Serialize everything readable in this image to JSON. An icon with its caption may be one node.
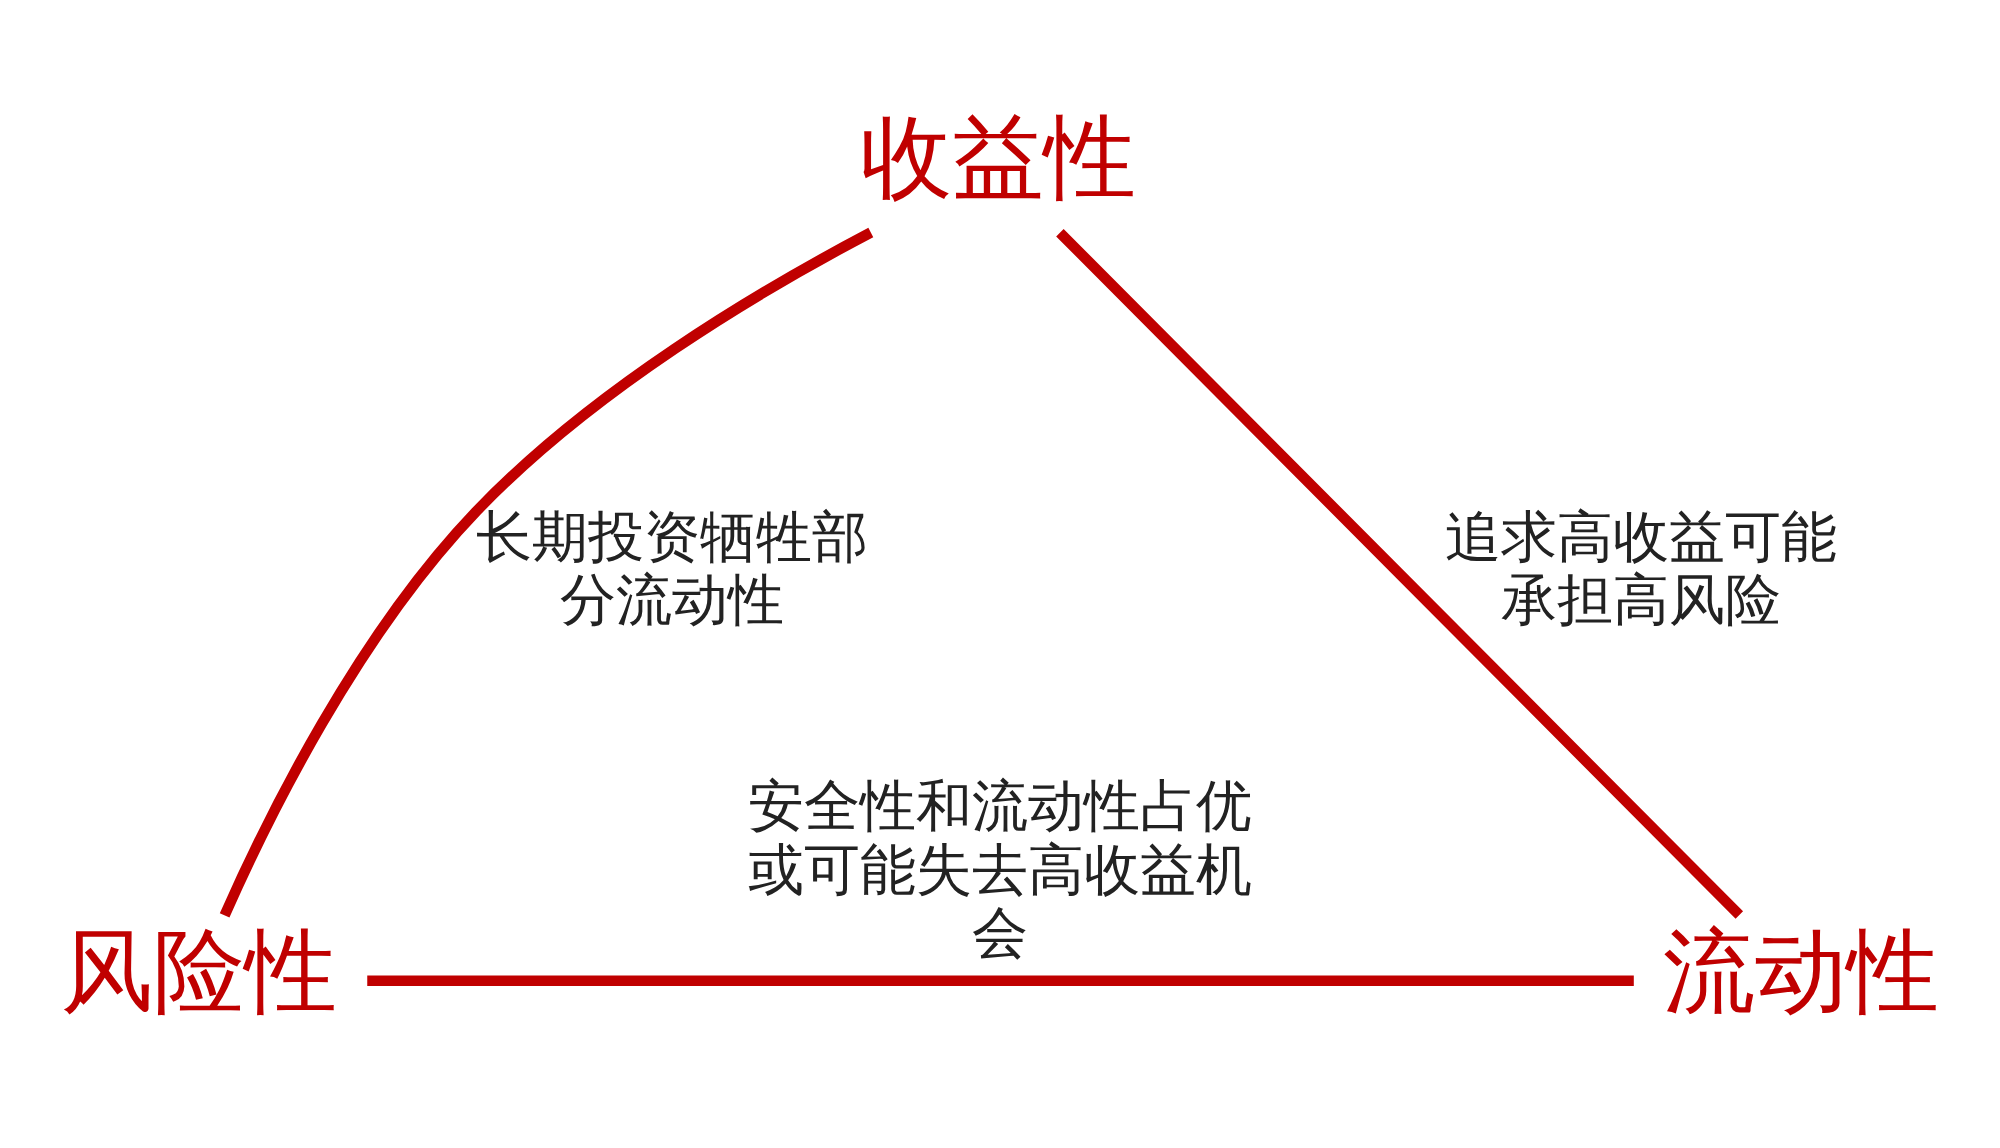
{
  "diagram": {
    "nodes": [
      {
        "text": [
          "收益性"
        ]
      },
      {
        "text": [
          "风险性"
        ]
      },
      {
        "text": [
          "流动性"
        ]
      }
    ],
    "edges": [
      {
        "from": 0,
        "to": 1,
        "arrow": "none",
        "label": "长期投资牺牲部分流动性"
      },
      {
        "from": 0,
        "to": 2,
        "arrow": "none",
        "label": "追求高收益可能承担高风险"
      },
      {
        "from": 1,
        "to": 2,
        "arrow": "none",
        "label": "安全性和流动性占优或可能失去高收益机会"
      }
    ]
  }
}
